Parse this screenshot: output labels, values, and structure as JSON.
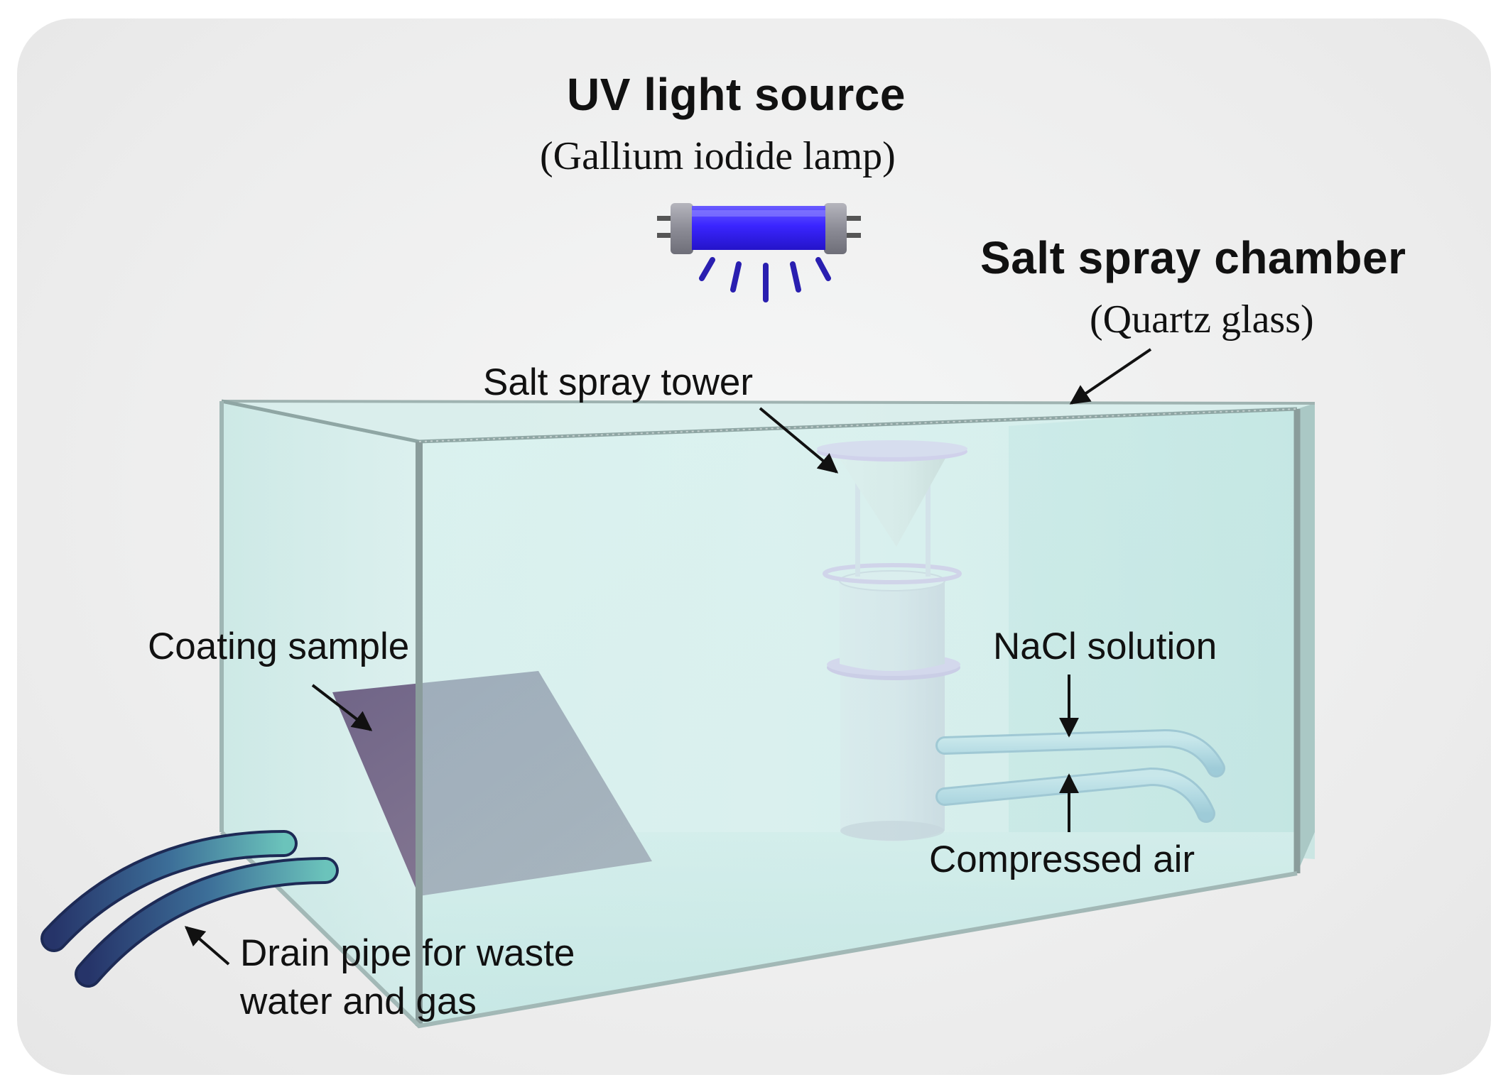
{
  "uv_source": {
    "title": "UV light source",
    "subtitle": "(Gallium iodide lamp)"
  },
  "chamber": {
    "title": "Salt spray chamber",
    "subtitle": "(Quartz glass)"
  },
  "parts": {
    "tower": "Salt spray tower",
    "sample": "Coating sample",
    "nacl": "NaCl solution",
    "air": "Compressed air",
    "drain_line1": "Drain pipe for waste",
    "drain_line2": "water and gas"
  },
  "icons": [
    "uv-lamp-icon",
    "salt-spray-tower-icon",
    "coating-sample-icon",
    "pipe-icon",
    "arrow-icon"
  ],
  "colors": {
    "lamp": "#3b2bff",
    "lamp_rays": "#2a1fb0",
    "glass": "#bfe6e3",
    "glass_edge": "#8fa6a4",
    "sample": "#8a7d97",
    "tower": "#ece8f2",
    "tower_accent": "#e3b8f2",
    "pipe_light": "#b6d8ec",
    "pipe_dark": "#2b3d7a",
    "pipe_teal": "#5fb7b2"
  }
}
